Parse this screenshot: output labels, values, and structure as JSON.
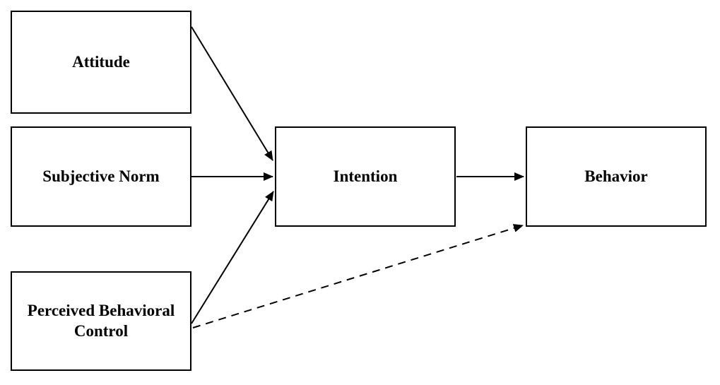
{
  "diagram": {
    "type": "flow-diagram",
    "nodes": {
      "attitude": {
        "label": "Attitude"
      },
      "subjective_norm": {
        "label": "Subjective Norm"
      },
      "pbc": {
        "label": "Perceived Behavioral Control"
      },
      "intention": {
        "label": "Intention"
      },
      "behavior": {
        "label": "Behavior"
      }
    },
    "edges": [
      {
        "from": "Attitude",
        "to": "Intention",
        "style": "solid",
        "arrowhead": true
      },
      {
        "from": "Subjective Norm",
        "to": "Intention",
        "style": "solid",
        "arrowhead": true
      },
      {
        "from": "Perceived Behavioral Control",
        "to": "Intention",
        "style": "solid",
        "arrowhead": true
      },
      {
        "from": "Intention",
        "to": "Behavior",
        "style": "solid",
        "arrowhead": true
      },
      {
        "from": "Perceived Behavioral Control",
        "to": "Behavior",
        "style": "dashed",
        "arrowhead": true
      }
    ],
    "colors": {
      "box_border": "#000000",
      "box_fill": "#ffffff",
      "line": "#000000",
      "background": "#ffffff"
    }
  }
}
